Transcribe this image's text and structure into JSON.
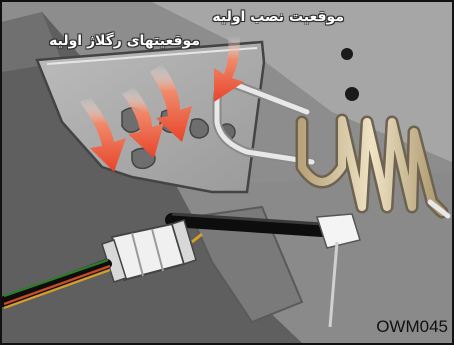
{
  "labels": {
    "initial_position": "موقعیت نصب اولیه",
    "adjustment_positions": "موقعیتهای رگلاژ  اولیه"
  },
  "figure_code": "OWM045",
  "colors": {
    "background": "#8d8d8d",
    "arrow": "#e8442a",
    "spring": "#d9c9a3",
    "border": "#111111"
  }
}
